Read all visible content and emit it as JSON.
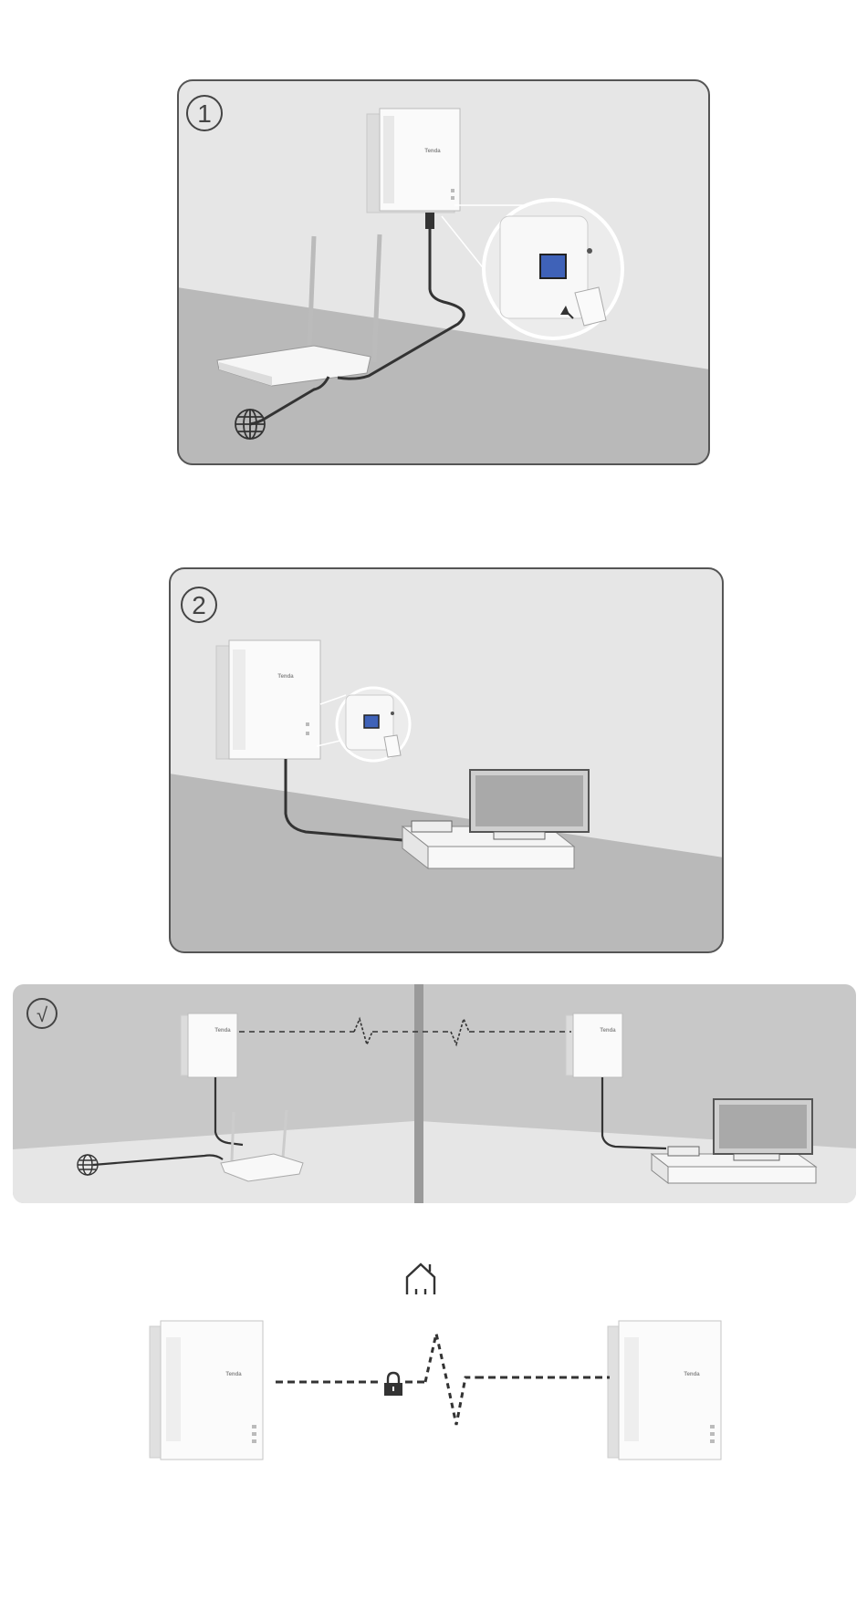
{
  "steps": [
    {
      "number": "1"
    },
    {
      "number": "2"
    },
    {
      "number": "√"
    }
  ],
  "brand": {
    "name": "Tenda"
  },
  "icons": {
    "internet": "globe-icon",
    "home": "house-icon",
    "encryption": "lock-icon",
    "signal": "powerline-signal-icon",
    "check": "check-icon"
  },
  "colors": {
    "panel_light": "#e6e6e6",
    "panel_dark": "#b9b9b9",
    "outline": "#555555",
    "port_blue": "#3f62b8",
    "cable": "#333333"
  }
}
